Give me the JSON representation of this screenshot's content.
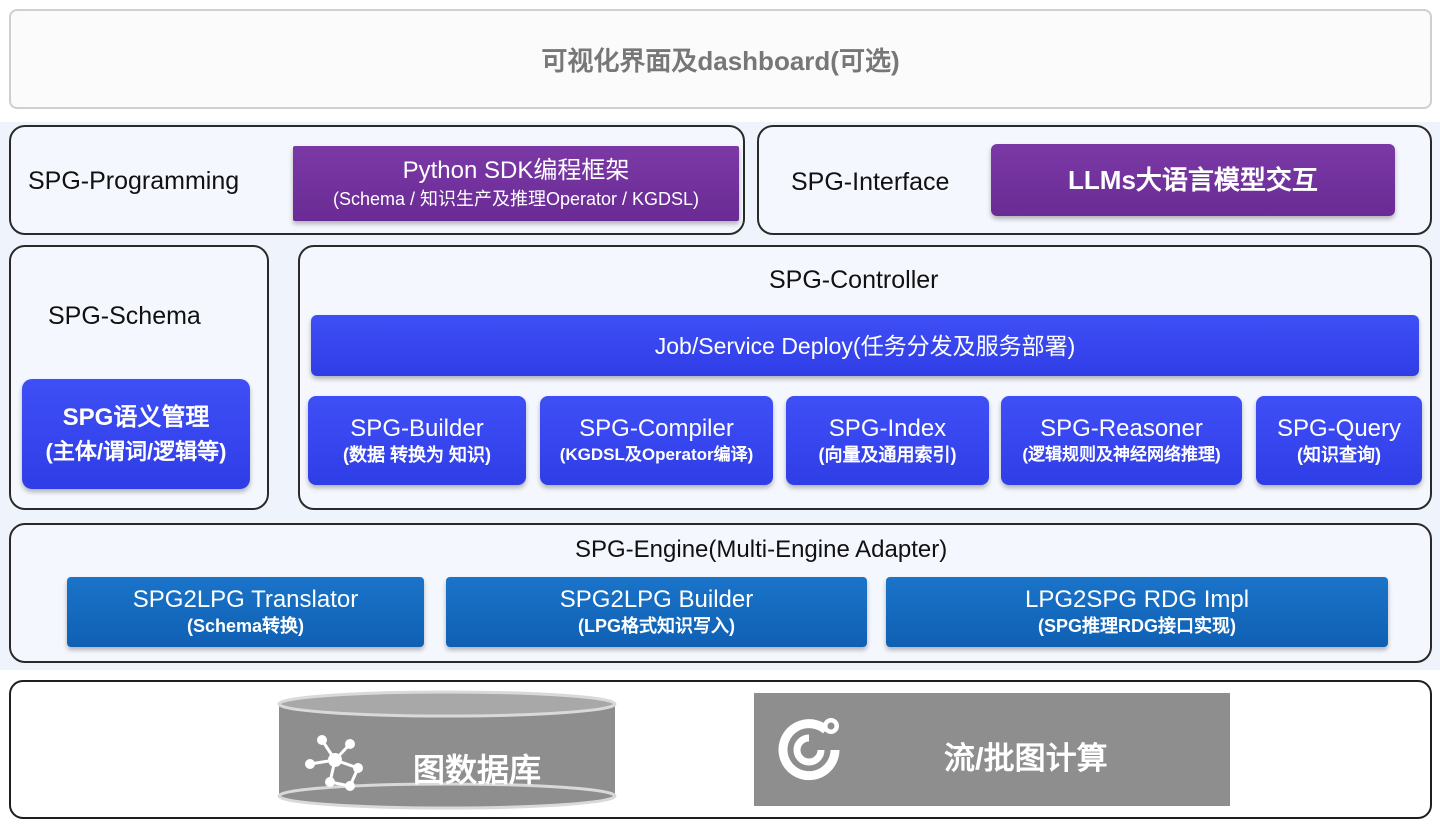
{
  "top_banner": {
    "label": "可视化界面及dashboard(可选)"
  },
  "programming": {
    "title": "SPG-Programming",
    "sdk_title": "Python SDK编程框架",
    "sdk_subtitle": "(Schema / 知识生产及推理Operator / KGDSL)"
  },
  "interface": {
    "title": "SPG-Interface",
    "llm_label": "LLMs大语言模型交互"
  },
  "schema": {
    "title": "SPG-Schema",
    "box_title": "SPG语义管理",
    "box_subtitle": "(主体/谓词/逻辑等)"
  },
  "controller": {
    "title": "SPG-Controller",
    "deploy_label": "Job/Service Deploy(任务分发及服务部署)",
    "modules": [
      {
        "title": "SPG-Builder",
        "subtitle": "(数据 转换为 知识)"
      },
      {
        "title": "SPG-Compiler",
        "subtitle": "(KGDSL及Operator编译)"
      },
      {
        "title": "SPG-Index",
        "subtitle": "(向量及通用索引)"
      },
      {
        "title": "SPG-Reasoner",
        "subtitle": "(逻辑规则及神经网络推理)"
      },
      {
        "title": "SPG-Query",
        "subtitle": "(知识查询)"
      }
    ]
  },
  "engine": {
    "title": "SPG-Engine(Multi-Engine Adapter)",
    "modules": [
      {
        "title": "SPG2LPG Translator",
        "subtitle": "(Schema转换)"
      },
      {
        "title": "SPG2LPG Builder",
        "subtitle": "(LPG格式知识写入)"
      },
      {
        "title": "LPG2SPG RDG Impl",
        "subtitle": "(SPG推理RDG接口实现)"
      }
    ]
  },
  "storage": {
    "graph_db_label": "图数据库",
    "stream_label": "流/批图计算"
  },
  "colors": {
    "purple": "#6a2b95",
    "royal_blue": "#2f3de6",
    "azure": "#0f60b3",
    "gray": "#8e8e8e"
  }
}
